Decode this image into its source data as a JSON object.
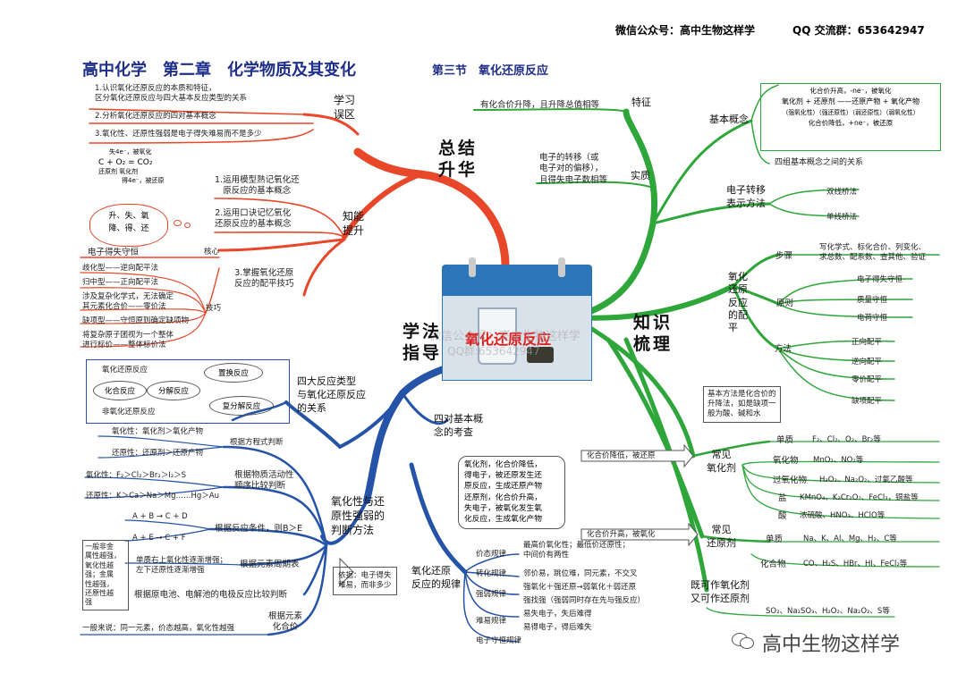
{
  "header": {
    "wechat": "微信公众号：高中生物这样学",
    "qq": "QQ 交流群：653642947",
    "title": "高中化学　第二章　化学物质及其变化",
    "subtitle": "第三节　氧化还原反应"
  },
  "center": {
    "label": "氧化还原反应",
    "watermark1": "微信公众号：高中生物这样学",
    "watermark2": "QQ群:653642947"
  },
  "colors": {
    "summary": "#e8472a",
    "knowledge": "#2ea63a",
    "method": "#2553a8"
  },
  "summary": {
    "title": [
      "总结",
      "升华"
    ],
    "study": {
      "label": [
        "学习",
        "误区"
      ],
      "items": [
        "1.认识氧化还原反应的本质和特征，",
        "区分氧化还原反应与四大基本反应类型的关系",
        "2.分析氧化还原反应的四对基本概念",
        "3.氧化性、还原性强弱是电子得失难易而不是多少"
      ]
    },
    "ability": {
      "label": [
        "知能",
        "提升"
      ],
      "i1": [
        "1.运用模型熟记氧化还",
        "原反应的基本概念"
      ],
      "i2": [
        "2.运用口诀记忆氧化",
        "还原反应的基本概念"
      ],
      "i3": [
        "3.掌握氧化还原",
        "反应的配平技巧"
      ],
      "core": "核心",
      "core_item": "电子得失守恒",
      "skill": "技巧",
      "skills": [
        "歧化型——逆向配平法",
        "归中型——正向配平法",
        "涉及复杂化学式，无法确定",
        "其元素化合价——零价法",
        "缺项型——守恒原则确定缺项物",
        "将复杂原子团视为一个整体",
        "进行标价——整体标价法"
      ],
      "cloud": [
        "升、失、氧",
        "降、得、还"
      ],
      "eq_top": "失4e⁻，被氧化",
      "eq": "C  +  O₂  =  CO₂",
      "eq_roles": "还原剂  氧化剂",
      "eq_bot": "得4e⁻，被还原"
    }
  },
  "method": {
    "title": [
      "学法",
      "指导"
    ],
    "four": {
      "label": [
        "四大反应类型",
        "与氧化还原反应",
        "的关系"
      ],
      "redox": "氧化还原反应",
      "nonredox": "非氧化还原反应",
      "combine": "化合反应",
      "decomp": "分解反应",
      "replace": "置换反应",
      "double": "复分解反应"
    },
    "pairs": {
      "label": [
        "四对基本概",
        "念的考查"
      ],
      "note": [
        "氧化剂，化合价降低，",
        "得电子，被还原发生还",
        "原反应，生成还原产物",
        "还原剂，化合价升高，",
        "失电子，被氧化发生氧",
        "化反应，生成氧化产物"
      ]
    },
    "strength": {
      "label": [
        "氧化性与还",
        "原性强弱的",
        "判断方法"
      ],
      "b1": "根据方程式判断",
      "b1a": "氧化性：氧化剂＞氧化产物",
      "b1b": "还原性：还原剂＞还原产物",
      "b2": [
        "根据物质活动性",
        "顺序比较判断"
      ],
      "b2a": "氧化性：F₂＞Cl₂＞Br₂＞I₂＞S",
      "b2b": "还原性：K＞Ca＞Na＞Mg……Hg＞Au",
      "b3": "根据反应条件，则B＞E",
      "b3a": "A + B → C + D",
      "b3b": "A + E → C + F",
      "b4": "根据元素周期表",
      "b4a": "单质右上氧化性逐渐增强；",
      "b4b": "左下还原性逐渐增强",
      "b5": "根据原电池、电解池的电极反应比较判断",
      "b6": [
        "根据元素",
        "化合价"
      ],
      "b6a": "一般来说：同一元素，价态越高，氧化性越强",
      "side": [
        "一般非金",
        "属性越强，",
        "氧化性越",
        "强；金属",
        "性越强，",
        "还原性越",
        "强"
      ],
      "basis": [
        "依据：电子得失",
        "难易，而非多少"
      ]
    },
    "rules": {
      "label": [
        "氧化还原",
        "反应的规律"
      ],
      "r1": "价态规律",
      "r1a": "最高价氧化性；最低价还原性；",
      "r1b": "中间价有两性",
      "r2": "转化规律",
      "r2a": "邻价易，跳位难，同元素，不交叉",
      "r3": "强弱规律",
      "r3a": "强氧化＋强还原→弱氧化＋弱还原",
      "r3b": "强找强（强弱同时存在先与强反应）",
      "r4": "难易规律",
      "r4a": "易失电子，失后难得",
      "r4b": "易得电子，得后难失",
      "r5": "电子守恒规律"
    }
  },
  "knowledge": {
    "title": [
      "知识",
      "梳理"
    ],
    "feature": "特征",
    "feature_item": "有化合价升降，且升降总值相等",
    "essence": "实质",
    "essence_item": [
      "电子的转移（或",
      "电子对的偏移），",
      "且得失电子数相等"
    ],
    "concept": "基本概念",
    "concept_model": {
      "top": "化合价升高，-ne⁻，被氧化",
      "row": "氧化剂  +  还原剂 ——还原产物  +  氧化产物",
      "row2": "（强氧化性）（强还原性）（弱还原性）（弱氧化性）",
      "bot": "化合价降低，+ne⁻，被还原"
    },
    "four_pairs": "四组基本概念之间的关系",
    "transfer": [
      "电子转移",
      "表示方法"
    ],
    "transfer_items": [
      "双线桥法",
      "单线桥法"
    ],
    "balance": [
      "氧化",
      "还原",
      "反应",
      "的配",
      "平"
    ],
    "steps": "步骤",
    "steps_item": [
      "写化学式、标化合价、列变化、",
      "求总数、配系数、查其他、验证"
    ],
    "principle": "原则",
    "principle_items": [
      "电子得失守恒",
      "质量守恒",
      "电荷守恒"
    ],
    "methods": "方法",
    "methods_items": [
      "正向配平",
      "逆向配平",
      "零价配平",
      "缺项配平"
    ],
    "basic_note": [
      "基本方法是化合价的",
      "升降法，如是缺项一",
      "般为酸、碱和水"
    ],
    "oxidant": [
      "常见",
      "氧化剂"
    ],
    "oxidant_arrow": "化合价降低，被还原",
    "ox_rows": [
      {
        "k": "单质",
        "v": "F₂、Cl₂、O₂、Br₂等"
      },
      {
        "k": "氧化物",
        "v": "MnO₂、NO₂等"
      },
      {
        "k": "过氧化物",
        "v": "H₂O₂、Na₂O₂、过氧乙酸等"
      },
      {
        "k": "盐",
        "v": "KMnO₄、K₂Cr₂O₇、FeCl₃，铜盐等"
      },
      {
        "k": "酸",
        "v": "浓硫酸、HNO₃、HClO等"
      }
    ],
    "reductant": [
      "常见",
      "还原剂"
    ],
    "reductant_arrow": "化合价升高，被氧化",
    "red_rows": [
      {
        "k": "单质",
        "v": "Na、K、Al、Mg、H₂、C等"
      },
      {
        "k": "化合物",
        "v": "CO、H₂S、HBr、HI、FeCl₂等"
      }
    ],
    "both": [
      "既可作氧化剂",
      "又可作还原剂"
    ],
    "both_item": "SO₂、Na₂SO₃、H₂O₂、Na₂O₂、S等"
  },
  "footer": {
    "brand": "高中生物这样学",
    "icon": "wechat-icon"
  }
}
